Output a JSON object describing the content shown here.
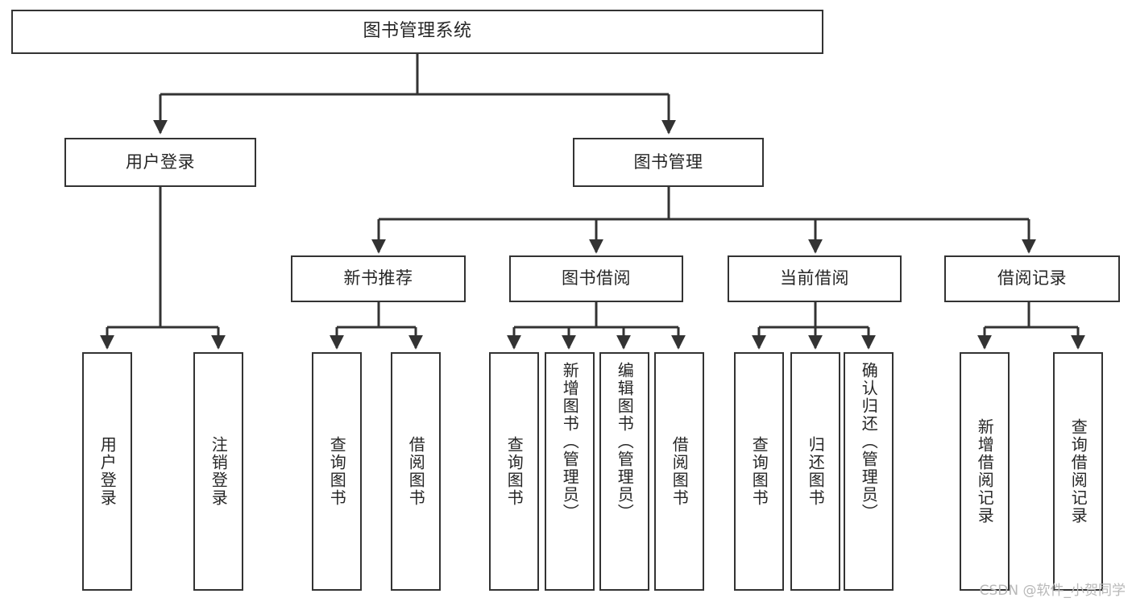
{
  "diagram": {
    "type": "tree",
    "title": "图书管理系统",
    "orientation": "top-down",
    "line_color": "#333333",
    "background_color": "#ffffff",
    "text_color": "#262626",
    "root": {
      "id": "root",
      "label": "图书管理系统",
      "level": 0
    },
    "level1": [
      {
        "id": "user-login",
        "label": "用户登录",
        "level": 1
      },
      {
        "id": "book-management",
        "label": "图书管理",
        "level": 1
      }
    ],
    "level2": [
      {
        "id": "new-book-recommend",
        "label": "新书推荐",
        "level": 2,
        "parent": "book-management"
      },
      {
        "id": "book-borrow",
        "label": "图书借阅",
        "level": 2,
        "parent": "book-management"
      },
      {
        "id": "current-borrow",
        "label": "当前借阅",
        "level": 2,
        "parent": "book-management"
      },
      {
        "id": "borrow-record",
        "label": "借阅记录",
        "level": 2,
        "parent": "book-management"
      }
    ],
    "leaves": [
      {
        "id": "leaf-user-login",
        "label": "用户登录",
        "parent": "user-login"
      },
      {
        "id": "leaf-logout-login",
        "label": "注销登录",
        "parent": "user-login"
      },
      {
        "id": "leaf-query-book-1",
        "label": "查询图书",
        "parent": "new-book-recommend"
      },
      {
        "id": "leaf-borrow-book-1",
        "label": "借阅图书",
        "parent": "new-book-recommend"
      },
      {
        "id": "leaf-query-book-2",
        "label": "查询图书",
        "parent": "book-borrow"
      },
      {
        "id": "leaf-add-book",
        "label": "新增图书（管理员）",
        "parent": "book-borrow"
      },
      {
        "id": "leaf-edit-book",
        "label": "编辑图书（管理员）",
        "parent": "book-borrow"
      },
      {
        "id": "leaf-borrow-book-2",
        "label": "借阅图书",
        "parent": "book-borrow"
      },
      {
        "id": "leaf-query-book-3",
        "label": "查询图书",
        "parent": "current-borrow"
      },
      {
        "id": "leaf-return-book",
        "label": "归还图书",
        "parent": "current-borrow"
      },
      {
        "id": "leaf-confirm-return",
        "label": "确认归还（管理员）",
        "parent": "current-borrow"
      },
      {
        "id": "leaf-add-record",
        "label": "新增借阅记录",
        "parent": "borrow-record"
      },
      {
        "id": "leaf-query-record",
        "label": "查询借阅记录",
        "parent": "borrow-record"
      }
    ]
  },
  "watermark": {
    "text": "CSDN @软件_小贺同学"
  }
}
